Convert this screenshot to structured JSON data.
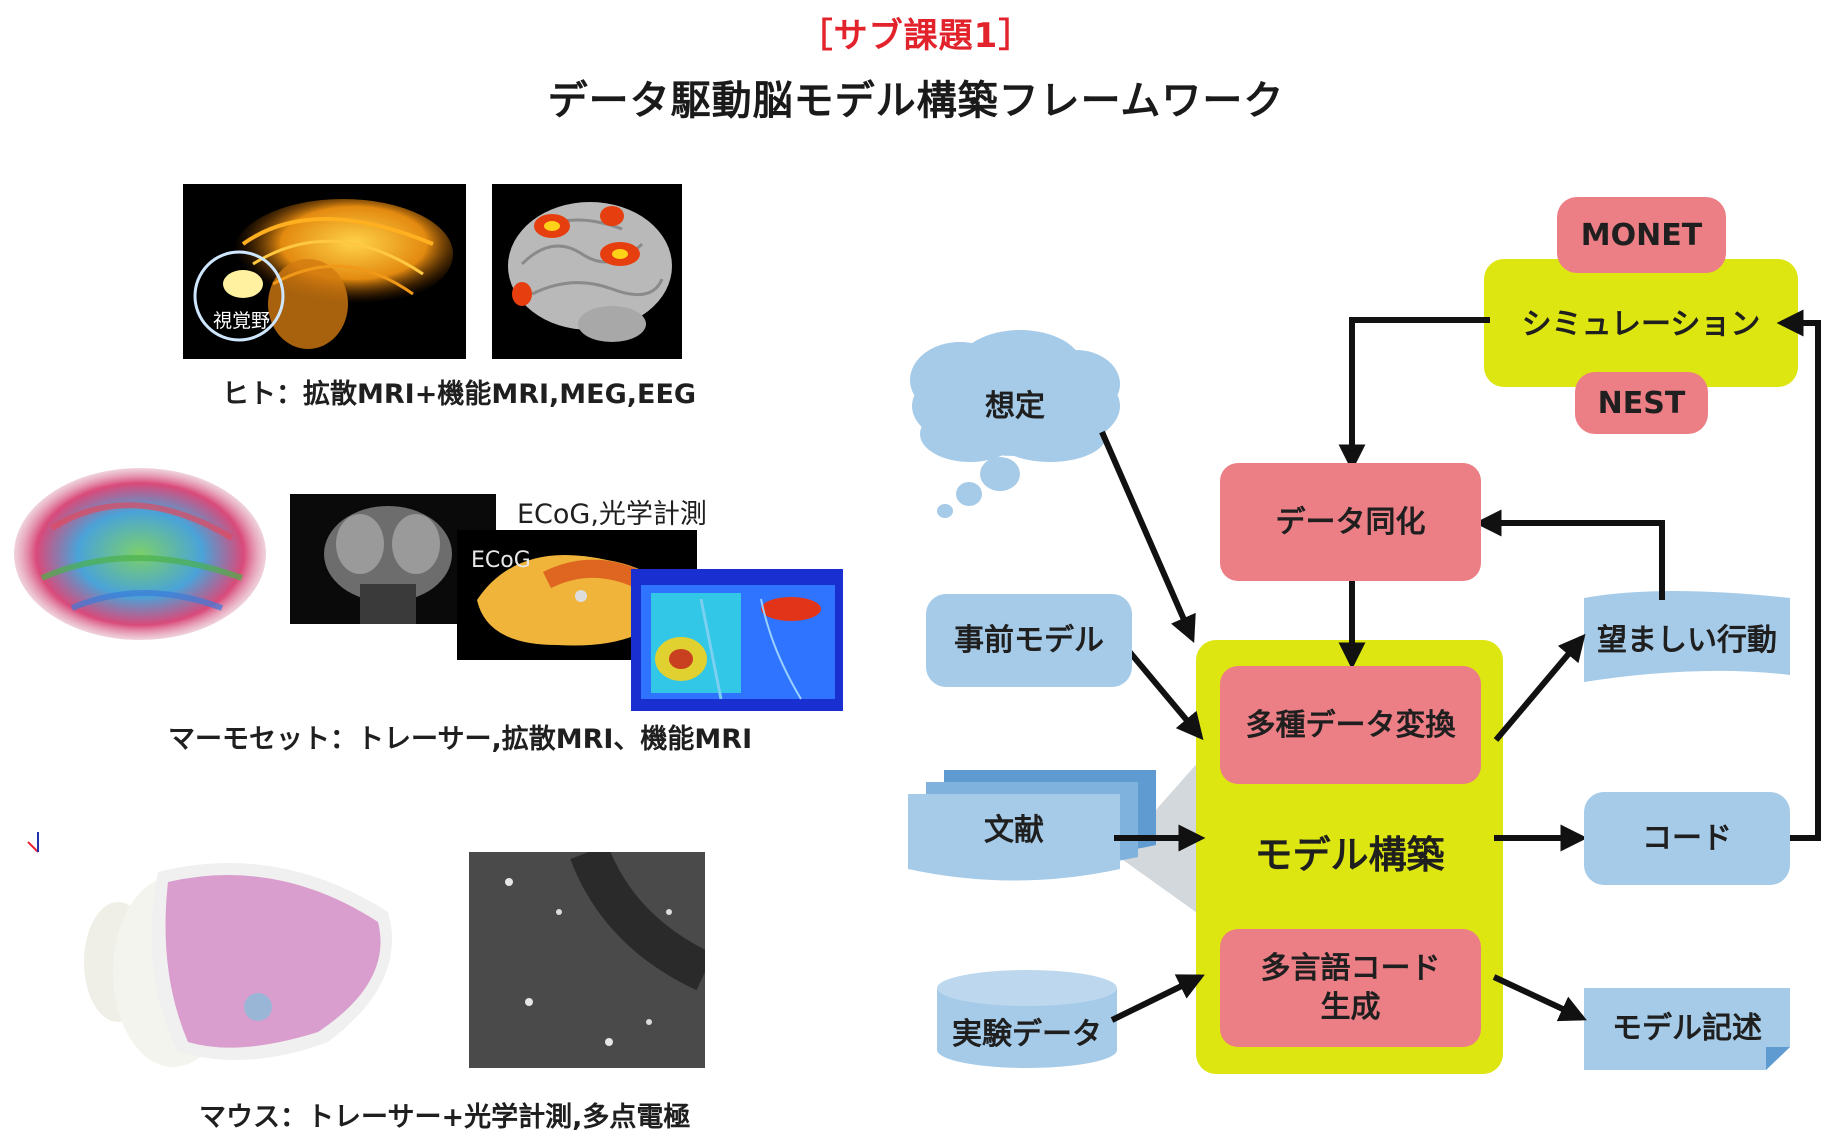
{
  "header": {
    "subtitle": "［サブ課題1］",
    "title": "データ駆動脳モデル構築フレームワーク"
  },
  "left": {
    "human_caption": "ヒト：拡散MRI+機能MRI,MEG,EEG",
    "human_image_label": "視覚野",
    "marmoset_caption": "マーモセット：トレーサー,拡散MRI、機能MRI",
    "marmoset_top_label": "ECoG,光学計測",
    "marmoset_image_label": "ECoG",
    "mouse_caption": "マウス：トレーサー+光学計測,多点電極"
  },
  "diagram": {
    "monet": "MONET",
    "simulation": "シミュレーション",
    "nest": "NEST",
    "assumption": "想定",
    "data_assimilation": "データ同化",
    "prior_model": "事前モデル",
    "data_conversion": "多種データ変換",
    "desired_behavior": "望ましい行動",
    "literature": "文献",
    "model_building": "モデル構築",
    "code": "コード",
    "code_gen_line1": "多言語コード",
    "code_gen_line2": "生成",
    "experiment_data": "実験データ",
    "model_description": "モデル記述"
  },
  "colors": {
    "accent_red": "#e3232c",
    "pink_box": "#ec7f86",
    "blue_box": "#a6cbe8",
    "yellow_box": "#dde611"
  }
}
